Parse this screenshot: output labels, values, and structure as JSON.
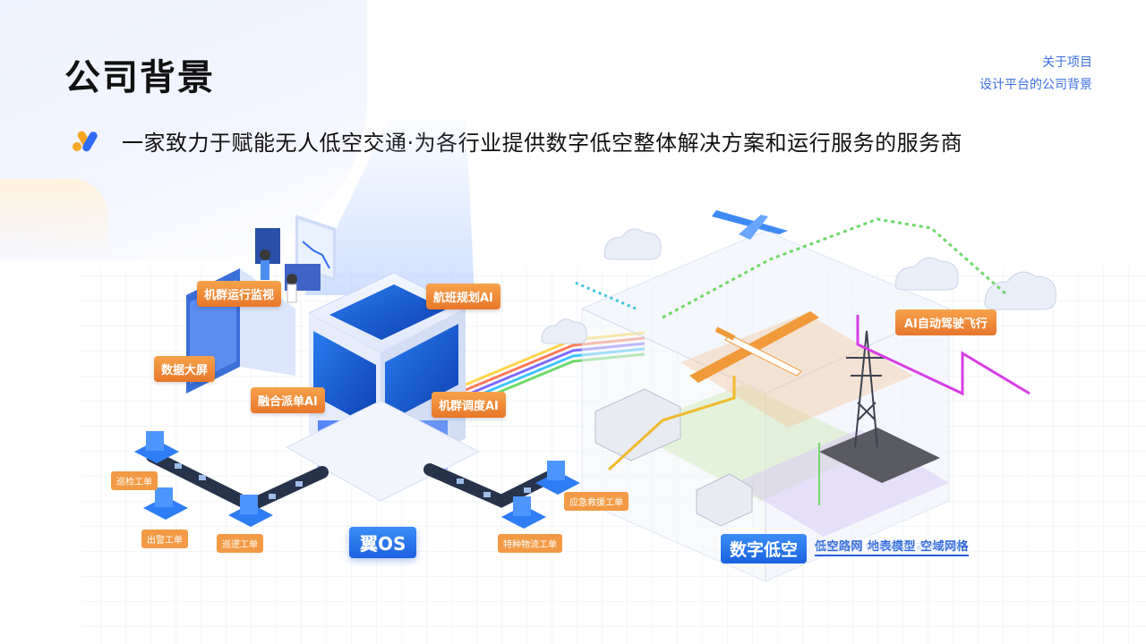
{
  "header": {
    "title": "公司背景",
    "breadcrumb_line1": "关于项目",
    "breadcrumb_line2": "设计平台的公司背景"
  },
  "tagline": "一家致力于赋能无人低空交通·为各行业提供数字低空整体解决方案和运行服务的服务商",
  "modules": {
    "fleet_monitor": "机群运行监视",
    "data_screen": "数据大屏",
    "fusion_dispatch": "融合派单AI",
    "flight_planning": "航班规划AI",
    "fleet_scheduling": "机群调度AI"
  },
  "work_orders": {
    "patrol": "巡检工单",
    "police": "出警工单",
    "escort": "巡逻工单",
    "emergency": "应急救援工单",
    "logistics": "特种物流工单"
  },
  "os_label": "翼OS",
  "auto_flight": "AI自动驾驶飞行",
  "digital_airspace": {
    "title": "数字低空",
    "layers": "低空路网  地表模型  空域网格"
  },
  "colors": {
    "accent_blue": "#1b62e0",
    "accent_orange": "#e8772a",
    "route_green": "#6fd96a",
    "route_magenta": "#d63ee6",
    "route_yellow": "#f0b92c"
  }
}
